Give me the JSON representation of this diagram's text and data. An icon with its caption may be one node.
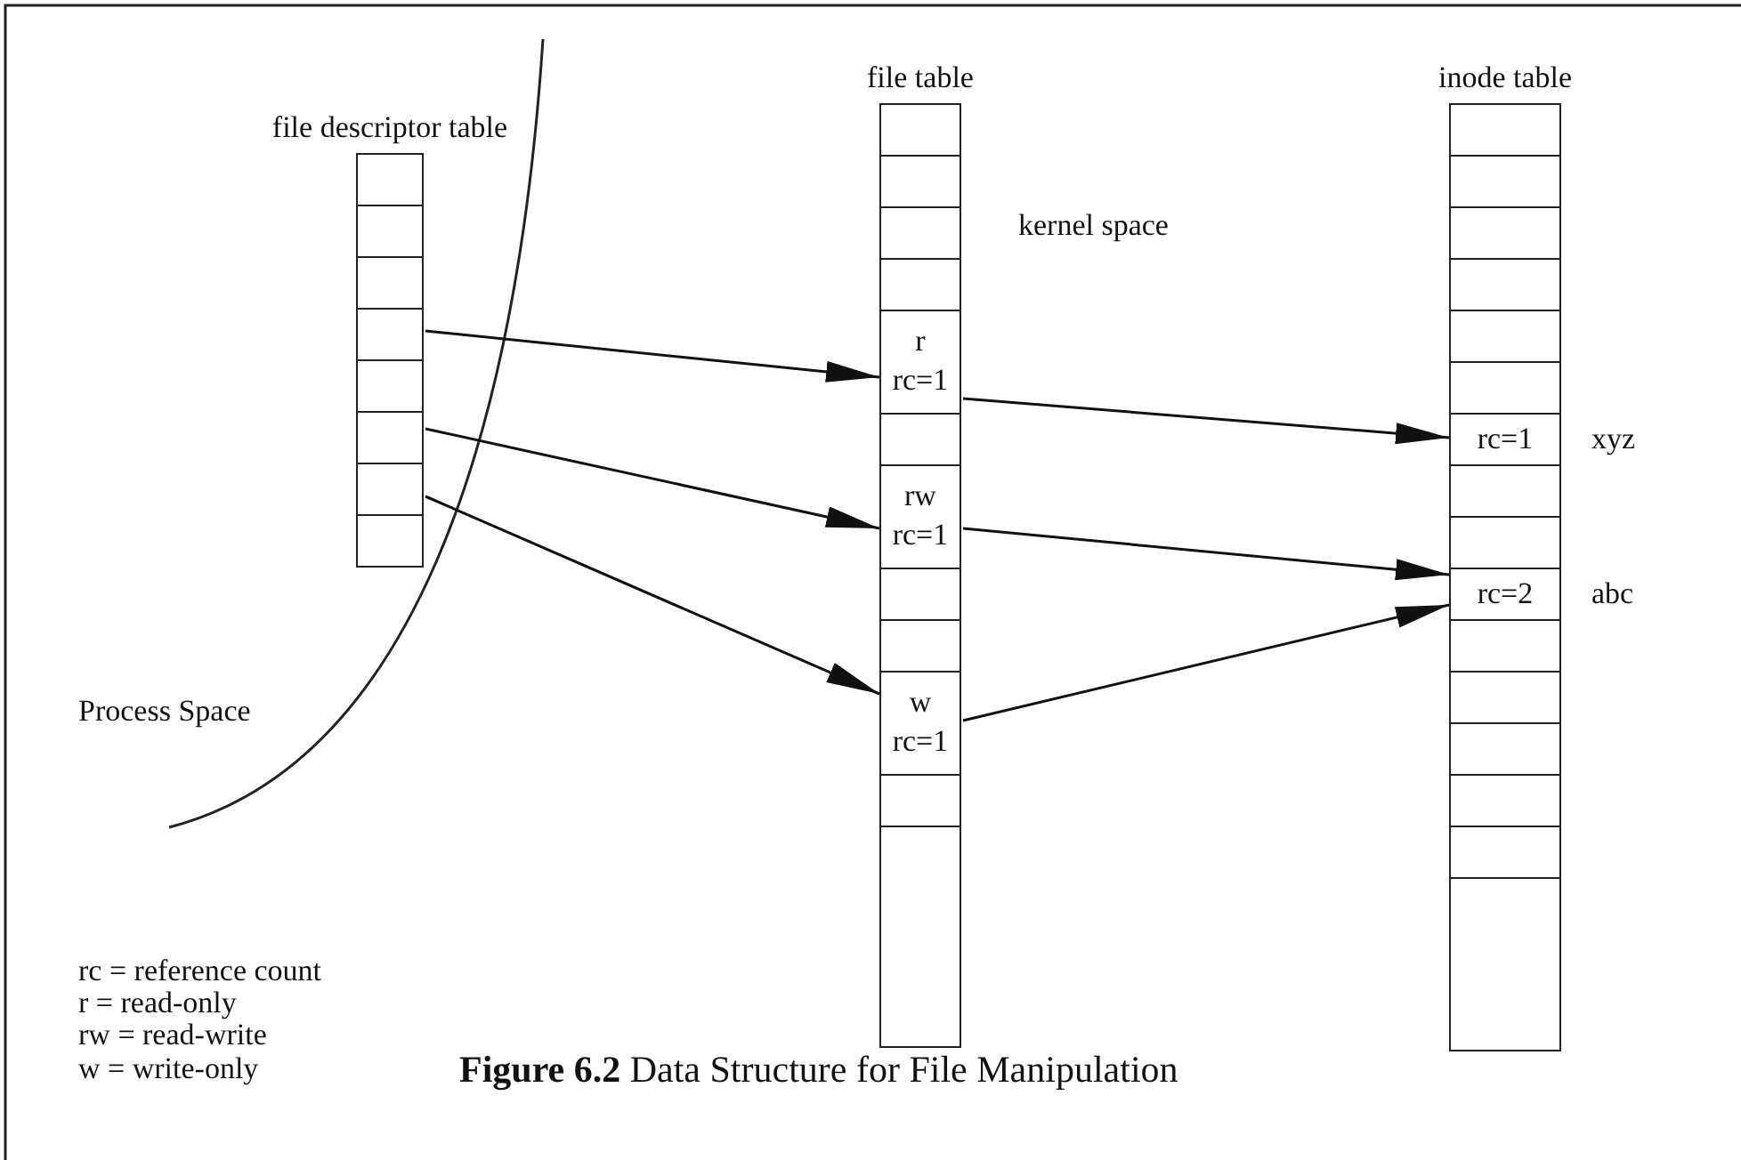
{
  "diagram": {
    "caption": "**Figure 6.2** Data Structure for File Manipulation",
    "nodes": [
      {
        "text": [
          "file descriptor table"
        ]
      },
      {
        "text": [],
        "shape": "box",
        "in": 0
      },
      {
        "text": [],
        "shape": "box",
        "in": 0
      },
      {
        "text": [],
        "shape": "box",
        "in": 0
      },
      {
        "text": [],
        "shape": "box",
        "in": 0
      },
      {
        "text": [],
        "shape": "box",
        "in": 0
      },
      {
        "text": [],
        "shape": "box",
        "in": 0
      },
      {
        "text": [],
        "shape": "box",
        "in": 0
      },
      {
        "text": [],
        "shape": "box",
        "in": 0
      },
      {
        "text": [
          "file table"
        ]
      },
      {
        "text": [],
        "shape": "box",
        "in": 9
      },
      {
        "text": [],
        "shape": "box",
        "in": 9
      },
      {
        "text": [],
        "shape": "box",
        "in": 9
      },
      {
        "text": [],
        "shape": "box",
        "in": 9
      },
      {
        "text": [
          "r",
          "rc=1"
        ],
        "in": 9
      },
      {
        "text": [],
        "shape": "box",
        "in": 9
      },
      {
        "text": [
          "rw",
          "rc=1"
        ],
        "in": 9
      },
      {
        "text": [],
        "shape": "box",
        "in": 9
      },
      {
        "text": [],
        "shape": "box",
        "in": 9
      },
      {
        "text": [
          "w",
          "rc=1"
        ],
        "in": 9
      },
      {
        "text": [],
        "shape": "box",
        "in": 9
      },
      {
        "text": [],
        "shape": "box",
        "in": 9
      },
      {
        "text": [
          "inode table"
        ]
      },
      {
        "text": [],
        "shape": "box",
        "in": 22
      },
      {
        "text": [],
        "shape": "box",
        "in": 22
      },
      {
        "text": [],
        "shape": "box",
        "in": 22
      },
      {
        "text": [],
        "shape": "box",
        "in": 22
      },
      {
        "text": [],
        "shape": "box",
        "in": 22
      },
      {
        "text": [],
        "shape": "box",
        "in": 22
      },
      {
        "text": [
          "rc=1"
        ],
        "beside": [
          "xyz"
        ],
        "in": 22
      },
      {
        "text": [],
        "shape": "box",
        "in": 22
      },
      {
        "text": [],
        "shape": "box",
        "in": 22
      },
      {
        "text": [
          "rc=2"
        ],
        "beside": [
          "abc"
        ],
        "in": 22
      },
      {
        "text": [],
        "shape": "box",
        "in": 22
      },
      {
        "text": [],
        "shape": "box",
        "in": 22
      },
      {
        "text": [],
        "shape": "box",
        "in": 22
      },
      {
        "text": [],
        "shape": "box",
        "in": 22
      },
      {
        "text": [],
        "shape": "box",
        "in": 22
      },
      {
        "text": [],
        "shape": "box",
        "in": 22
      }
    ],
    "edges": [
      {
        "from": 4,
        "to": 14,
        "arrow": "to"
      },
      {
        "from": 6,
        "to": 16,
        "arrow": "to"
      },
      {
        "from": 7,
        "to": 19,
        "arrow": "to"
      },
      {
        "from": 14,
        "to": 29,
        "arrow": "to"
      },
      {
        "from": 16,
        "to": 32,
        "arrow": "to"
      },
      {
        "from": 19,
        "to": 32,
        "arrow": "to"
      }
    ],
    "labels": [
      "kernel space",
      "Process Space",
      "rc = reference count",
      "r = read-only",
      "rw = read-write",
      "w = write-only"
    ]
  }
}
